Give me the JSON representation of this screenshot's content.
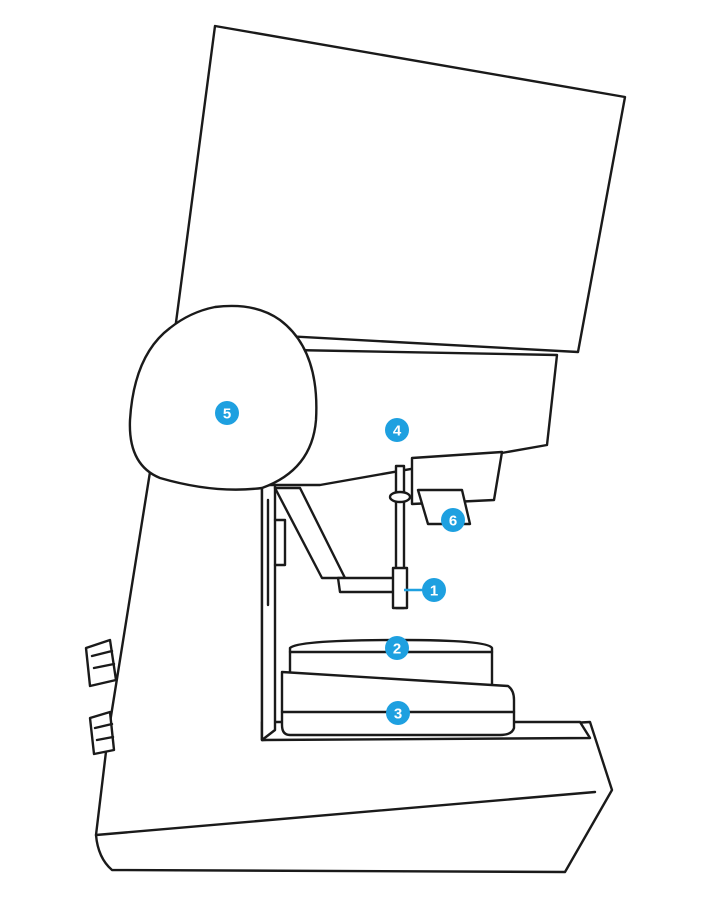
{
  "colors": {
    "outline": "#1a1a1a",
    "fill": "#ffffff",
    "badge": "#1ea0e0",
    "badge_text": "#ffffff"
  },
  "callouts": [
    {
      "id": "callout-1",
      "label": "1"
    },
    {
      "id": "callout-2",
      "label": "2"
    },
    {
      "id": "callout-3",
      "label": "3"
    },
    {
      "id": "callout-4",
      "label": "4"
    },
    {
      "id": "callout-5",
      "label": "5"
    },
    {
      "id": "callout-6",
      "label": "6"
    }
  ]
}
